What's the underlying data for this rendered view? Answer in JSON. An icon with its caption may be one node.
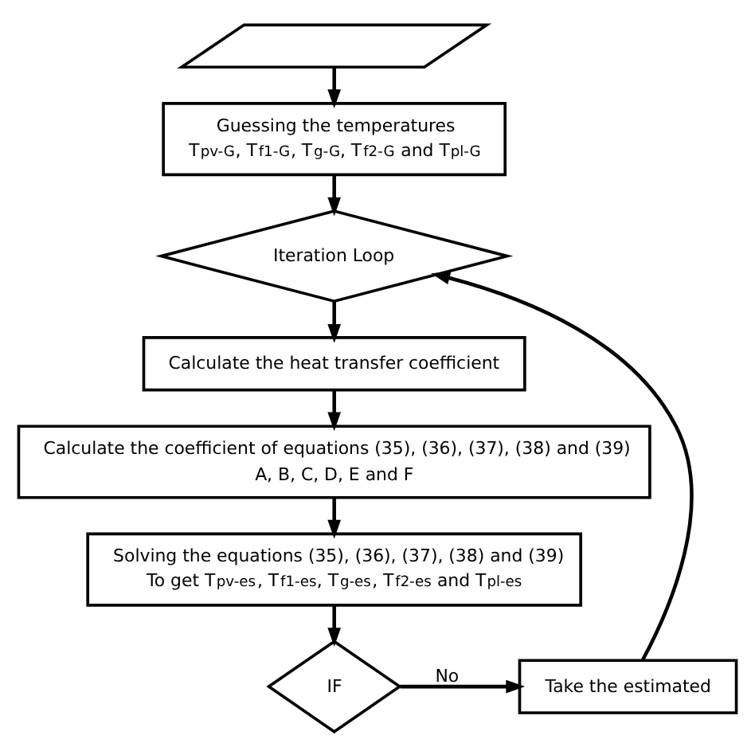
{
  "diagram": {
    "nodes": [
      {
        "text": [],
        "shape": "parallelogram"
      },
      {
        "text": [
          "Guessing the temperatures",
          "T$_{pv-G}$, T$_{f1-G}$, T$_{g-G}$, T$_{f2-G}$ and T$_{pl-G}$"
        ]
      },
      {
        "text": [
          "Iteration Loop"
        ]
      },
      {
        "text": [
          "Calculate the heat transfer coefficient"
        ]
      },
      {
        "text": [
          "Calculate the coefficient of equations (35), (36), (37), (38) and (39)",
          "A, B, C, D, E and F"
        ]
      },
      {
        "text": [
          "Solving the equations (35), (36), (37), (38) and (39)",
          "To get T$_{pv-es}$, T$_{f1-es}$, T$_{g-es}$, T$_{f2-es}$ and T$_{pl-es}$"
        ]
      },
      {
        "text": [
          "Take the estimated"
        ]
      },
      {
        "text": [
          "IF"
        ]
      }
    ],
    "edges": [
      {
        "from": 0,
        "to": 1,
        "arrow": "to"
      },
      {
        "from": 1,
        "to": 2,
        "arrow": "to"
      },
      {
        "from": 2,
        "to": 3,
        "arrow": "to"
      },
      {
        "from": 3,
        "to": 4,
        "arrow": "to"
      },
      {
        "from": 4,
        "to": 5,
        "arrow": "to"
      },
      {
        "from": 5,
        "to": 7,
        "arrow": "to"
      },
      {
        "from": 7,
        "to": 6,
        "arrow": "to",
        "label": "No"
      },
      {
        "from": 6,
        "to": 2,
        "arrow": "to"
      }
    ]
  }
}
